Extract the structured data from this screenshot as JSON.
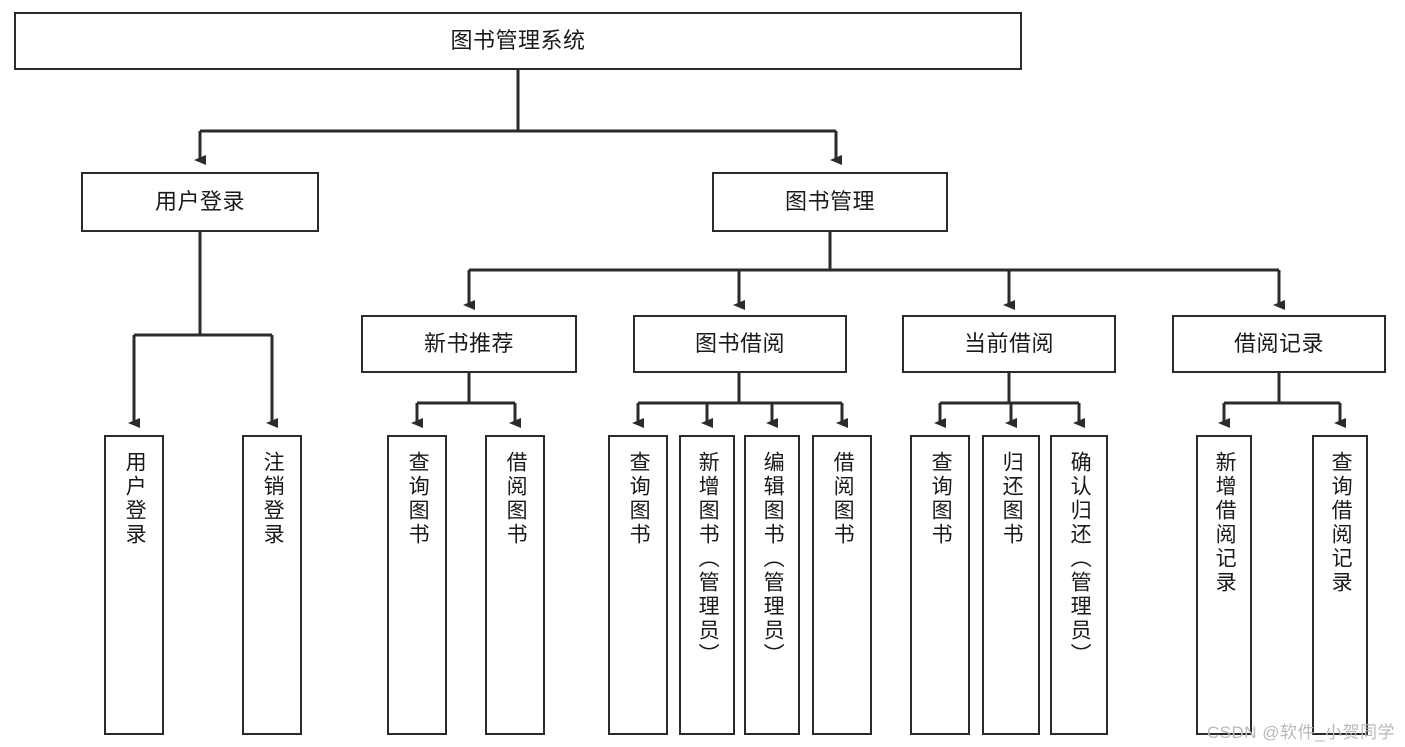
{
  "diagram": {
    "type": "tree-hierarchy",
    "title": "图书管理系统",
    "watermark": "CSDN @软件_小贺同学",
    "colors": {
      "box_border": "#2b2b2b",
      "box_fill": "#ffffff",
      "connector": "#2b2b2b",
      "text": "#1a1a1a",
      "watermark": "#b9b9b9"
    },
    "root": {
      "label": "图书管理系统"
    },
    "level2": [
      {
        "label": "用户登录"
      },
      {
        "label": "图书管理"
      }
    ],
    "level3": [
      {
        "label": "新书推荐"
      },
      {
        "label": "图书借阅"
      },
      {
        "label": "当前借阅"
      },
      {
        "label": "借阅记录"
      }
    ],
    "leaves": {
      "user_login": [
        {
          "label": "用户登录"
        },
        {
          "label": "注销登录"
        }
      ],
      "new_book_recommend": [
        {
          "label": "查询图书"
        },
        {
          "label": "借阅图书"
        }
      ],
      "book_borrow": [
        {
          "label": "查询图书"
        },
        {
          "label": "新增图书（管理员）"
        },
        {
          "label": "编辑图书（管理员）"
        },
        {
          "label": "借阅图书"
        }
      ],
      "current_borrow": [
        {
          "label": "查询图书"
        },
        {
          "label": "归还图书"
        },
        {
          "label": "确认归还（管理员）"
        }
      ],
      "borrow_record": [
        {
          "label": "新增借阅记录"
        },
        {
          "label": "查询借阅记录"
        }
      ]
    }
  }
}
